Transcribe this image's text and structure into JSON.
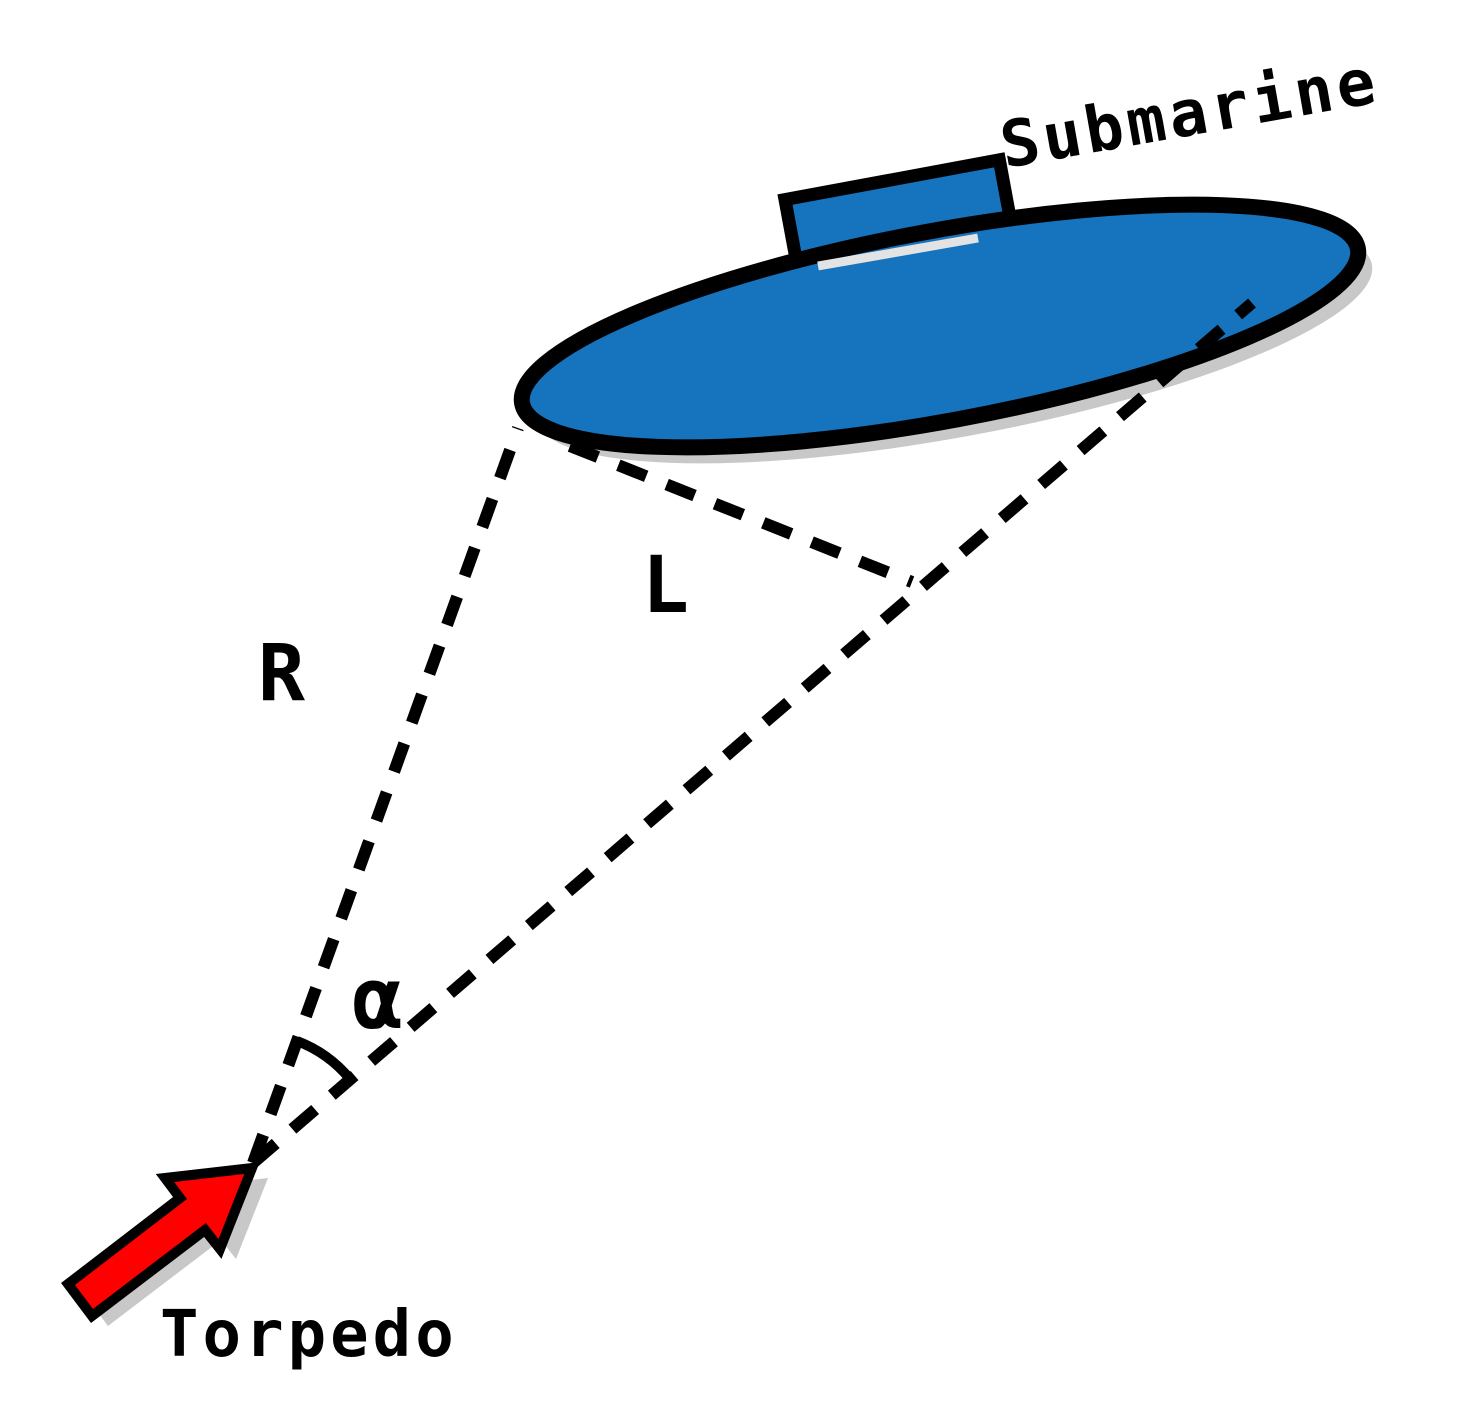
{
  "diagram": {
    "labels": {
      "submarine": "Submarine",
      "torpedo": "Torpedo",
      "range": "R",
      "lateral_offset": "L",
      "angle": "α"
    },
    "colors": {
      "submarine_fill": "#1673bd",
      "torpedo_fill": "#ff0000",
      "line": "#000000",
      "shadow": "#c8c8c8"
    }
  }
}
